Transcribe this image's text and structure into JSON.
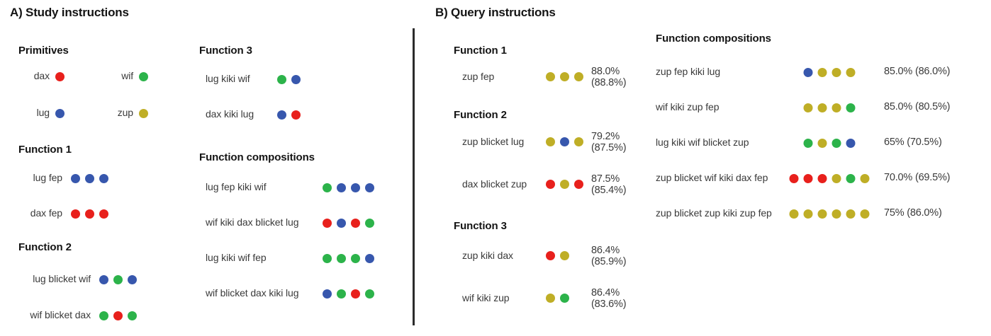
{
  "colors": {
    "red": "#E8201C",
    "green": "#2CB34A",
    "blue": "#3757AD",
    "yellow": "#BFAE26",
    "divider": "#2b2b2b",
    "text": "#3a3a3a",
    "heading": "#141414",
    "background": "#ffffff"
  },
  "panelA": {
    "title": "A) Study instructions",
    "primitives": {
      "heading": "Primitives",
      "items": [
        {
          "label": "dax",
          "dots": [
            "red"
          ]
        },
        {
          "label": "wif",
          "dots": [
            "green"
          ]
        },
        {
          "label": "lug",
          "dots": [
            "blue"
          ]
        },
        {
          "label": "zup",
          "dots": [
            "yellow"
          ]
        }
      ]
    },
    "function1": {
      "heading": "Function 1",
      "items": [
        {
          "label": "lug fep",
          "dots": [
            "blue",
            "blue",
            "blue"
          ]
        },
        {
          "label": "dax fep",
          "dots": [
            "red",
            "red",
            "red"
          ]
        }
      ]
    },
    "function2": {
      "heading": "Function 2",
      "items": [
        {
          "label": "lug blicket wif",
          "dots": [
            "blue",
            "green",
            "blue"
          ]
        },
        {
          "label": "wif blicket dax",
          "dots": [
            "green",
            "red",
            "green"
          ]
        }
      ]
    },
    "function3": {
      "heading": "Function 3",
      "items": [
        {
          "label": "lug kiki wif",
          "dots": [
            "green",
            "blue"
          ]
        },
        {
          "label": "dax kiki lug",
          "dots": [
            "blue",
            "red"
          ]
        }
      ]
    },
    "compositions": {
      "heading": "Function compositions",
      "items": [
        {
          "label": "lug fep kiki wif",
          "dots": [
            "green",
            "blue",
            "blue",
            "blue"
          ]
        },
        {
          "label": "wif kiki dax blicket lug",
          "dots": [
            "red",
            "blue",
            "red",
            "green"
          ]
        },
        {
          "label": "lug kiki wif fep",
          "dots": [
            "green",
            "green",
            "green",
            "blue"
          ]
        },
        {
          "label": "wif blicket dax kiki lug",
          "dots": [
            "blue",
            "green",
            "red",
            "green"
          ]
        }
      ]
    }
  },
  "panelB": {
    "title": "B) Query instructions",
    "function1": {
      "heading": "Function 1",
      "items": [
        {
          "label": "zup fep",
          "dots": [
            "yellow",
            "yellow",
            "yellow"
          ],
          "accuracy": "88.0%",
          "accuracy_sub": "(88.8%)"
        }
      ]
    },
    "function2": {
      "heading": "Function 2",
      "items": [
        {
          "label": "zup blicket lug",
          "dots": [
            "yellow",
            "blue",
            "yellow"
          ],
          "accuracy": "79.2%",
          "accuracy_sub": "(87.5%)"
        },
        {
          "label": "dax blicket zup",
          "dots": [
            "red",
            "yellow",
            "red"
          ],
          "accuracy": "87.5%",
          "accuracy_sub": "(85.4%)"
        }
      ]
    },
    "function3": {
      "heading": "Function 3",
      "items": [
        {
          "label": "zup kiki dax",
          "dots": [
            "red",
            "yellow"
          ],
          "accuracy": "86.4%",
          "accuracy_sub": "(85.9%)"
        },
        {
          "label": "wif kiki zup",
          "dots": [
            "yellow",
            "green"
          ],
          "accuracy": "86.4%",
          "accuracy_sub": "(83.6%)"
        }
      ]
    },
    "compositions": {
      "heading": "Function compositions",
      "items": [
        {
          "label": "zup fep kiki lug",
          "dots": [
            "blue",
            "yellow",
            "yellow",
            "yellow"
          ],
          "accuracy": "85.0% (86.0%)"
        },
        {
          "label": "wif kiki zup fep",
          "dots": [
            "yellow",
            "yellow",
            "yellow",
            "green"
          ],
          "accuracy": "85.0% (80.5%)"
        },
        {
          "label": "lug kiki wif blicket zup",
          "dots": [
            "green",
            "yellow",
            "green",
            "blue"
          ],
          "accuracy": "65% (70.5%)"
        },
        {
          "label": "zup blicket wif kiki dax fep",
          "dots": [
            "red",
            "red",
            "red",
            "yellow",
            "green",
            "yellow"
          ],
          "accuracy": "70.0% (69.5%)"
        },
        {
          "label": "zup blicket zup kiki zup fep",
          "dots": [
            "yellow",
            "yellow",
            "yellow",
            "yellow",
            "yellow",
            "yellow"
          ],
          "accuracy": "75% (86.0%)"
        }
      ]
    }
  }
}
